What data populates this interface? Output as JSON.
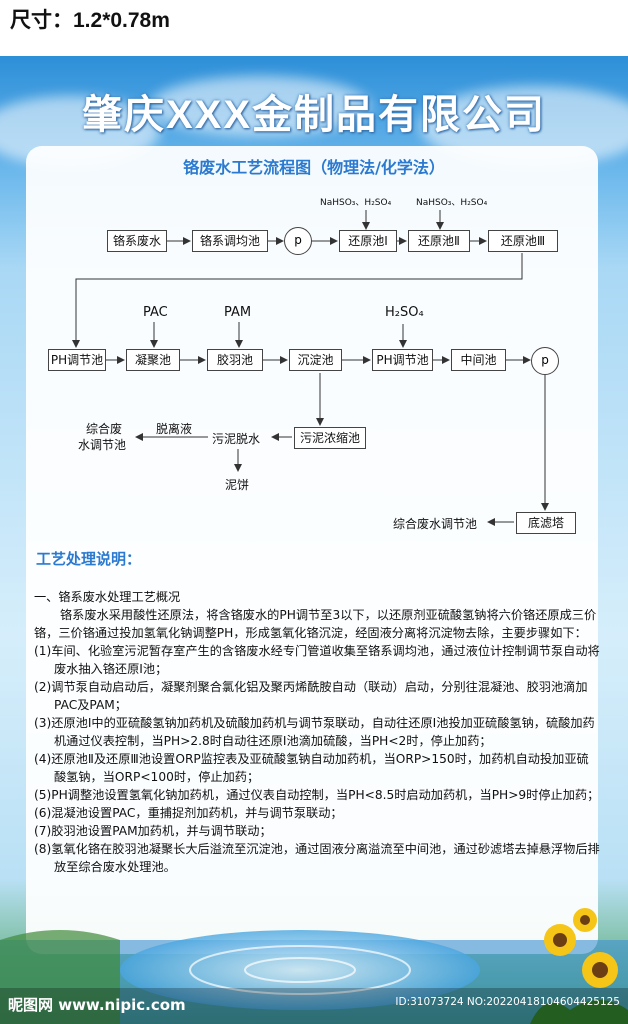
{
  "size_label": "尺寸：1.2*0.78m",
  "company": "肇庆XXX金制品有限公司",
  "diagram_title": "铬废水工艺流程图（物理法/化学法）",
  "flow": {
    "row1": [
      "铬系废水",
      "铬系调均池",
      "p",
      "还原池Ⅰ",
      "还原池Ⅱ",
      "还原池Ⅲ"
    ],
    "reagent1": "NaHSO₃、H₂SO₄",
    "reagent2": "NaHSO₃、H₂SO₄",
    "row2": [
      "PH调节池",
      "凝聚池",
      "胶羽池",
      "沉淀池",
      "PH调节池",
      "中间池",
      "p"
    ],
    "pac": "PAC",
    "pam": "PAM",
    "h2so4": "H₂SO₄",
    "sludge_thicken": "污泥浓缩池",
    "sludge_dewater": "污泥脱水",
    "filtrate": "脱离液",
    "to_comprehensive_1": "综合废水调节池",
    "to_comprehensive_1a": "综合废",
    "to_comprehensive_1b": "水调节池",
    "cake": "泥饼",
    "filter_tower": "底滤塔",
    "to_comprehensive_2": "综合废水调节池"
  },
  "section_title": "工艺处理说明：",
  "notes": {
    "heading": "一、铬系废水处理工艺概况",
    "intro": "铬系废水采用酸性还原法，将含铬废水的PH调节至3以下，以还原剂亚硫酸氢钠将六价铬还原成三价铬，三价铬通过投加氢氧化钠调整PH，形成氢氧化铬沉淀，经固液分离将沉淀物去除，主要步骤如下：",
    "steps": [
      "(1)车间、化验室污泥暂存室产生的含铬废水经专门管道收集至铬系调均池，通过液位计控制调节泵自动将废水抽入铬还原Ⅰ池；",
      "(2)调节泵自动启动后，凝聚剂聚合氯化铝及聚丙烯酰胺自动（联动）启动，分别往混凝池、胶羽池滴加PAC及PAM；",
      "(3)还原池Ⅰ中的亚硫酸氢钠加药机及硫酸加药机与调节泵联动，自动往还原Ⅰ池投加亚硫酸氢钠，硫酸加药机通过仪表控制，当PH>2.8时自动往还原Ⅰ池滴加硫酸，当PH<2时，停止加药；",
      "(4)还原池Ⅱ及还原Ⅲ池设置ORP监控表及亚硫酸氢钠自动加药机，当ORP>150时，加药机自动投加亚硫酸氢钠，当ORP<100时，停止加药；",
      "(5)PH调整池设置氢氧化钠加药机，通过仪表自动控制，当PH<8.5时启动加药机，当PH>9时停止加药；",
      "(6)混凝池设置PAC，重捕捉剂加药机，并与调节泵联动；",
      "(7)胶羽池设置PAM加药机，并与调节联动；",
      "(8)氢氧化铬在胶羽池凝聚长大后溢流至沉淀池，通过固液分离溢流至中间池，通过砂滤塔去掉悬浮物后排放至综合废水处理池。"
    ]
  },
  "watermark_site": "昵图网 www.nipic.com",
  "watermark_id": "ID:31073724 NO:20220418104604425125"
}
